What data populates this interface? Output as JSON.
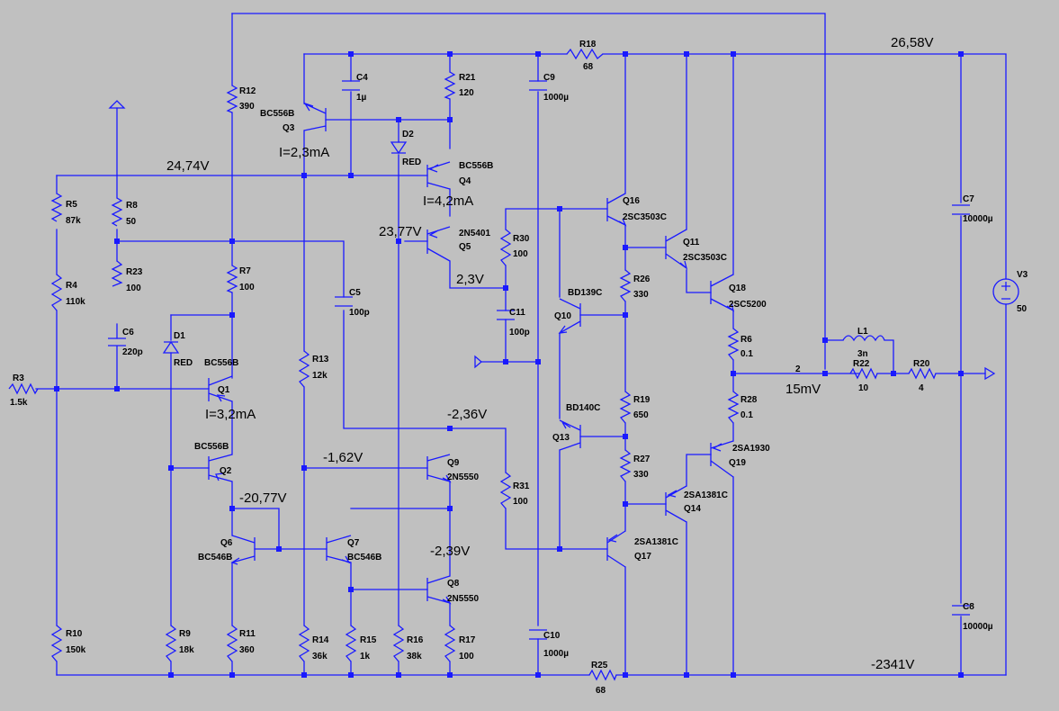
{
  "components": [
    {
      "id": "r3",
      "ref": "R3",
      "value": "1.5k"
    },
    {
      "id": "r4",
      "ref": "R4",
      "value": "110k"
    },
    {
      "id": "r5",
      "ref": "R5",
      "value": "87k"
    },
    {
      "id": "r7",
      "ref": "R7",
      "value": "100"
    },
    {
      "id": "r8",
      "ref": "R8",
      "value": "50"
    },
    {
      "id": "r9",
      "ref": "R9",
      "value": "18k"
    },
    {
      "id": "r10",
      "ref": "R10",
      "value": "150k"
    },
    {
      "id": "r11",
      "ref": "R11",
      "value": "360"
    },
    {
      "id": "r12",
      "ref": "R12",
      "value": "390"
    },
    {
      "id": "r13",
      "ref": "R13",
      "value": "12k"
    },
    {
      "id": "r14",
      "ref": "R14",
      "value": "36k"
    },
    {
      "id": "r15",
      "ref": "R15",
      "value": "1k"
    },
    {
      "id": "r16",
      "ref": "R16",
      "value": "38k"
    },
    {
      "id": "r17",
      "ref": "R17",
      "value": "100"
    },
    {
      "id": "r18",
      "ref": "R18",
      "value": "68"
    },
    {
      "id": "r19",
      "ref": "R19",
      "value": "650"
    },
    {
      "id": "r20",
      "ref": "R20",
      "value": "4"
    },
    {
      "id": "r21",
      "ref": "R21",
      "value": "120"
    },
    {
      "id": "r22",
      "ref": "R22",
      "value": "10"
    },
    {
      "id": "r23",
      "ref": "R23",
      "value": "100"
    },
    {
      "id": "r25",
      "ref": "R25",
      "value": "68"
    },
    {
      "id": "r26",
      "ref": "R26",
      "value": "330"
    },
    {
      "id": "r27",
      "ref": "R27",
      "value": "330"
    },
    {
      "id": "r28",
      "ref": "R28",
      "value": "0.1"
    },
    {
      "id": "r30",
      "ref": "R30",
      "value": "100"
    },
    {
      "id": "r31",
      "ref": "R31",
      "value": "100"
    },
    {
      "id": "r6",
      "ref": "R6",
      "value": "0.1"
    },
    {
      "id": "c4",
      "ref": "C4",
      "value": "1µ"
    },
    {
      "id": "c5",
      "ref": "C5",
      "value": "100p"
    },
    {
      "id": "c6",
      "ref": "C6",
      "value": "220p"
    },
    {
      "id": "c7",
      "ref": "C7",
      "value": "10000µ"
    },
    {
      "id": "c8",
      "ref": "C8",
      "value": "10000µ"
    },
    {
      "id": "c9",
      "ref": "C9",
      "value": "1000µ"
    },
    {
      "id": "c10",
      "ref": "C10",
      "value": "1000µ"
    },
    {
      "id": "c11",
      "ref": "C11",
      "value": "100p"
    },
    {
      "id": "d1",
      "ref": "D1",
      "value": "RED"
    },
    {
      "id": "d2",
      "ref": "D2",
      "value": "RED"
    },
    {
      "id": "l1",
      "ref": "L1",
      "value": "3n"
    },
    {
      "id": "v3",
      "ref": "V3",
      "value": "50"
    },
    {
      "id": "q1",
      "ref": "Q1",
      "value": "BC556B"
    },
    {
      "id": "q2",
      "ref": "Q2",
      "value": "BC556B"
    },
    {
      "id": "q3",
      "ref": "Q3",
      "value": "BC556B"
    },
    {
      "id": "q4",
      "ref": "Q4",
      "value": "BC556B"
    },
    {
      "id": "q5",
      "ref": "Q5",
      "value": "2N5401"
    },
    {
      "id": "q6",
      "ref": "Q6",
      "value": "BC546B"
    },
    {
      "id": "q7",
      "ref": "Q7",
      "value": "BC546B"
    },
    {
      "id": "q8",
      "ref": "Q8",
      "value": "2N5550"
    },
    {
      "id": "q9",
      "ref": "Q9",
      "value": "2N5550"
    },
    {
      "id": "q10",
      "ref": "Q10",
      "value": "BD139C"
    },
    {
      "id": "q11",
      "ref": "Q11",
      "value": "2SC3503C"
    },
    {
      "id": "q13",
      "ref": "Q13",
      "value": "BD140C"
    },
    {
      "id": "q14",
      "ref": "Q14",
      "value": "2SA1381C"
    },
    {
      "id": "q16",
      "ref": "Q16",
      "value": "2SC3503C"
    },
    {
      "id": "q17",
      "ref": "Q17",
      "value": "2SA1381C"
    },
    {
      "id": "q18",
      "ref": "Q18",
      "value": "2SC5200"
    },
    {
      "id": "q19",
      "ref": "Q19",
      "value": "2SA1930"
    }
  ],
  "annotations": {
    "v_pos_rail": "26,58V",
    "v_neg_rail": "-2341V",
    "v_bias": "24,74V",
    "v_q5": "23,77V",
    "v_vas": "2,3V",
    "v_q9": "-2,36V",
    "v_q9b": "-1,62V",
    "v_q6": "-20,77V",
    "v_q8": "-2,39V",
    "v_out": "15mV",
    "node_out": "2",
    "i_q3": "I=2,3mA",
    "i_q4": "I=4,2mA",
    "i_q1": "I=3,2mA"
  },
  "colors": {
    "wire": "#1a1aff",
    "background": "#c0c0c0",
    "text": "#000000"
  }
}
